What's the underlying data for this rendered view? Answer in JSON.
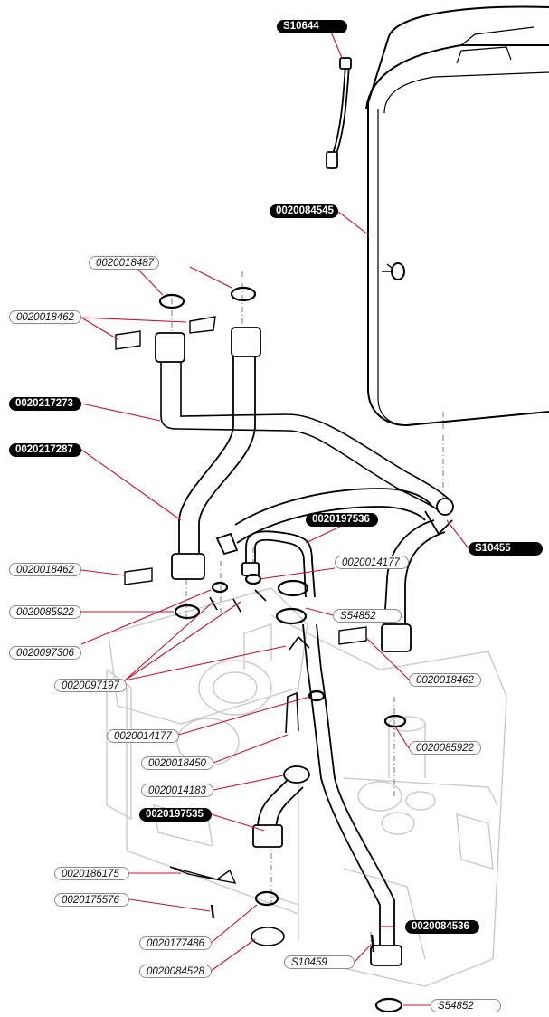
{
  "diagram": {
    "labels": {
      "s10644": "S10644",
      "p0020084545": "0020084545",
      "p0020018487": "0020018487",
      "p0020018462_a": "0020018462",
      "p0020217273": "0020217273",
      "p0020217287": "0020217287",
      "p0020197536": "0020197536",
      "s10455": "S10455",
      "p0020014177_a": "0020014177",
      "p0020018462_b": "0020018462",
      "s54852_a": "S54852",
      "p0020085922_a": "0020085922",
      "p0020097306": "0020097306",
      "p0020097197": "0020097197",
      "p0020018462_c": "0020018462",
      "p0020014177_b": "0020014177",
      "p0020085922_b": "0020085922",
      "p0020018450": "0020018450",
      "p0020014183": "0020014183",
      "p0020197535": "0020197535",
      "p0020186175": "0020186175",
      "p0020175576": "0020175576",
      "p0020084536": "0020084536",
      "p0020177486": "0020177486",
      "s10459": "S10459",
      "p0020084528": "0020084528",
      "s54852_b": "S54852"
    }
  }
}
